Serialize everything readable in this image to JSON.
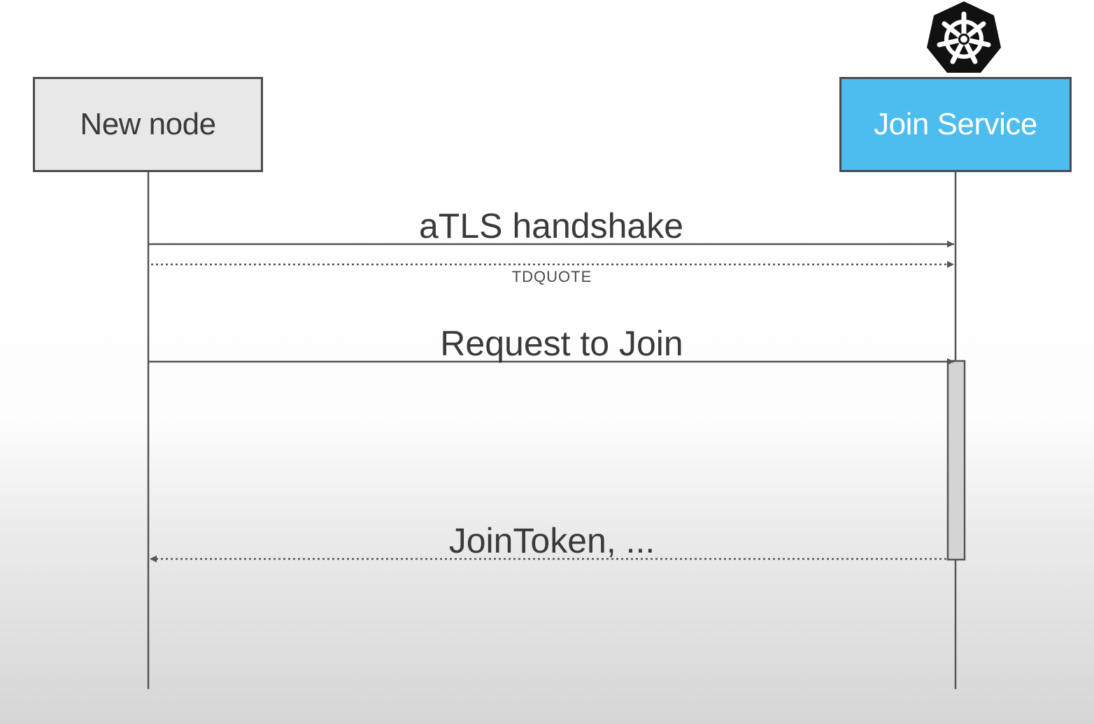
{
  "participants": {
    "left": {
      "label": "New node"
    },
    "right": {
      "label": "Join Service",
      "fill": "#4dbcef"
    }
  },
  "logo": {
    "icon": "kubernetes-helm-icon",
    "color": "#111111"
  },
  "messages": [
    {
      "id": "atls",
      "label": "aTLS handshake",
      "style": "solid",
      "direction": "right"
    },
    {
      "id": "tdquote",
      "label": "TDQUOTE",
      "style": "dotted",
      "direction": "right"
    },
    {
      "id": "request",
      "label": "Request to Join",
      "style": "solid",
      "direction": "right"
    },
    {
      "id": "token",
      "label": "JoinToken, ...",
      "style": "dotted",
      "direction": "left"
    }
  ],
  "colors": {
    "line": "#555555",
    "activation_fill": "#d4d4d4"
  }
}
